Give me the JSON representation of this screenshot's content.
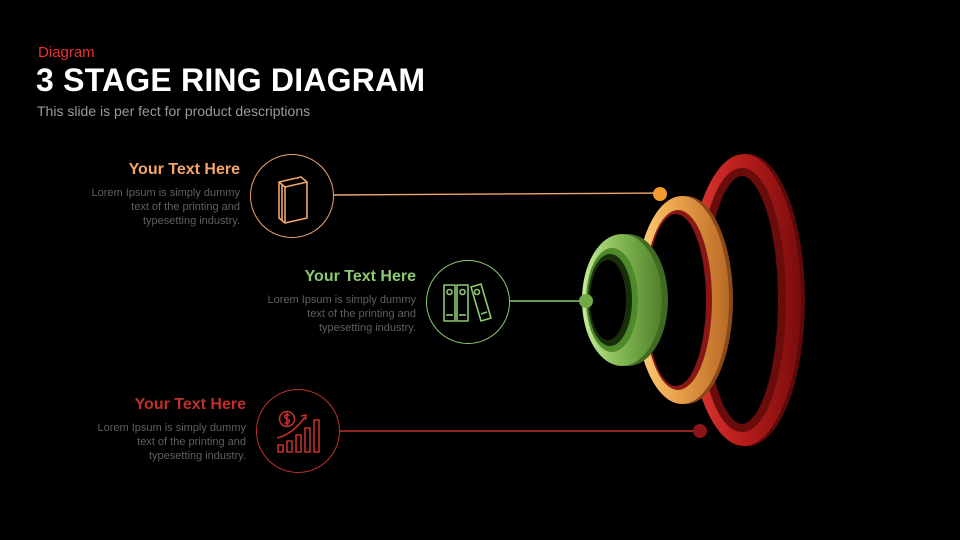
{
  "header": {
    "tag": "Diagram",
    "title": "3 STAGE RING DIAGRAM",
    "subtitle": "This slide is per fect for product descriptions"
  },
  "stages": [
    {
      "heading": "Your Text Here",
      "description": [
        "Lorem Ipsum is simply dummy",
        "text of the printing and",
        "typesetting industry."
      ],
      "color": "#f2a56b",
      "icon": "book-icon"
    },
    {
      "heading": "Your Text Here",
      "description": [
        "Lorem Ipsum is simply dummy",
        "text of the printing and",
        "typesetting industry."
      ],
      "color": "#8dc872",
      "icon": "binders-icon"
    },
    {
      "heading": "Your Text Here",
      "description": [
        "Lorem Ipsum is simply dummy",
        "text of the printing and",
        "typesetting industry."
      ],
      "color": "#c0302a",
      "icon": "financial-growth-icon"
    }
  ],
  "rings": [
    {
      "name": "outer-ring",
      "color": "#b3201e"
    },
    {
      "name": "middle-ring",
      "color": "#eaa04a"
    },
    {
      "name": "inner-ring",
      "color": "#86bb55"
    }
  ]
}
